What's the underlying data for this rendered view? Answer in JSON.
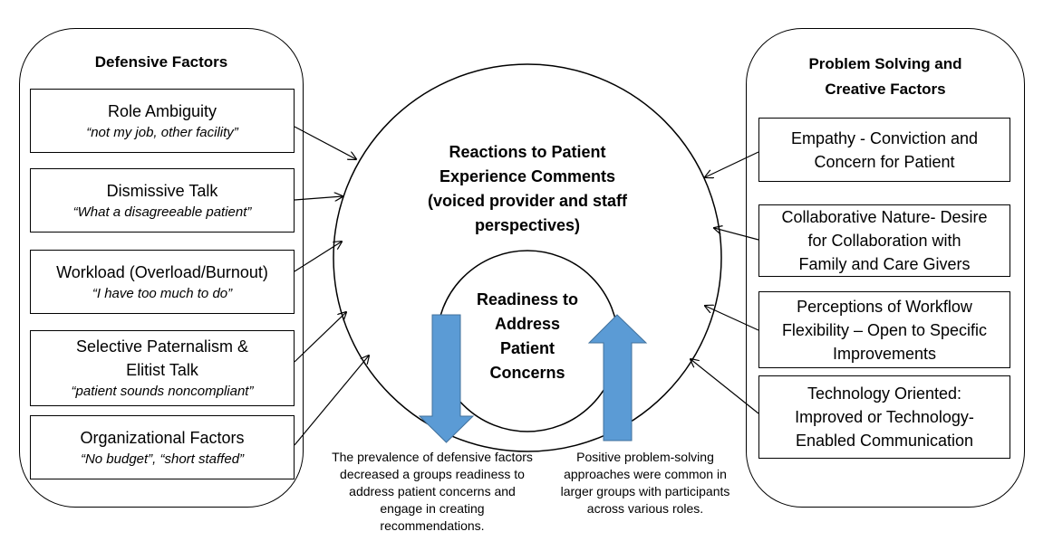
{
  "colors": {
    "arrow_fill": "#5b9bd5",
    "arrow_stroke": "#41719c",
    "line": "#000000"
  },
  "left_panel": {
    "title": "Defensive Factors",
    "items": [
      {
        "title": "Role Ambiguity",
        "quote": "“not my job, other facility”"
      },
      {
        "title": "Dismissive Talk",
        "quote": "“What a disagreeable patient”"
      },
      {
        "title": "Workload (Overload/Burnout)",
        "quote": "“I have too much to do”"
      },
      {
        "title": "Selective Paternalism &",
        "title_line2": "Elitist Talk",
        "quote": "“patient sounds noncompliant”"
      },
      {
        "title": "Organizational Factors",
        "quote": "“No budget”, “short staffed”"
      }
    ]
  },
  "right_panel": {
    "title_line1": "Problem Solving and",
    "title_line2": "Creative Factors",
    "items": [
      {
        "line1": "Empathy - Conviction and",
        "line2": "Concern for Patient"
      },
      {
        "line1": "Collaborative Nature- Desire",
        "line2": "for Collaboration with",
        "line3": "Family and Care Givers"
      },
      {
        "line1": "Perceptions of Workflow",
        "line2": "Flexibility – Open to Specific",
        "line3": "Improvements"
      },
      {
        "line1": "Technology Oriented:",
        "line2": "Improved or Technology-",
        "line3": "Enabled Communication"
      }
    ]
  },
  "outer_circle": {
    "line1": "Reactions to Patient",
    "line2": "Experience Comments",
    "line3": "(voiced provider and staff",
    "line4": "perspectives)"
  },
  "inner_circle": {
    "line1": "Readiness to",
    "line2": "Address",
    "line3": "Patient",
    "line4": "Concerns"
  },
  "captions": {
    "down": {
      "line1": "The prevalence of defensive factors",
      "line2": "decreased a groups readiness to",
      "line3": "address patient concerns and",
      "line4": "engage in creating",
      "line5": "recommendations."
    },
    "up": {
      "line1": "Positive problem-solving",
      "line2": "approaches were common in",
      "line3": "larger groups with participants",
      "line4": "across various roles."
    }
  }
}
